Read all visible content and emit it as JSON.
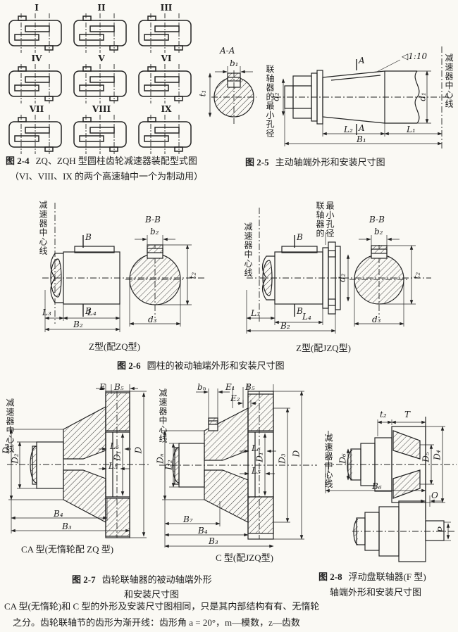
{
  "figure_2_4": {
    "cells": [
      "I",
      "II",
      "III",
      "IV",
      "V",
      "VI",
      "VII",
      "VIII",
      "IX"
    ],
    "caption_no": "图 2-4",
    "caption": "ZQ、ZQH 型圆柱齿轮减速器装配型式图",
    "note": "（VI、VIII、IX 的两个高速轴中一个为制动用）"
  },
  "figure_2_5": {
    "section": "A-A",
    "taper": "◁1:10",
    "a_top": "A",
    "a_bottom": "A",
    "coupling_bore": "联轴器的最小孔径",
    "centerline": "减速器中心线",
    "dims": {
      "b1": "b₁",
      "t1": "t₁",
      "d2": "d₂",
      "d1": "d₁",
      "L2": "L₂",
      "L1": "L₁",
      "B1": "B₁"
    },
    "caption_no": "图 2-5",
    "caption": "主动轴端外形和安装尺寸图"
  },
  "figure_2_6": {
    "left": {
      "centerline": "减速器中心线",
      "b_top": "B",
      "b_bottom": "B",
      "section": "B-B",
      "b2": "b₂",
      "t2": "t₂",
      "d3": "d₃",
      "L3": "L₃",
      "L4": "L₄",
      "B2": "B₂",
      "label": "Z型(配ZQ型)"
    },
    "right": {
      "centerline": "减速器中心线",
      "coupling_bore_1": "联轴器的",
      "coupling_bore_2": "最小孔径",
      "b_top": "B",
      "b_bottom": "B",
      "section": "B-B",
      "b2": "b₂",
      "t2": "t₂",
      "d2": "d₂",
      "d3": "d₃",
      "L3": "L₃",
      "L4": "L₄",
      "B2": "B₂",
      "label": "Z型(配JZQ型)"
    },
    "caption_no": "图 2-6",
    "caption": "圆柱的被动轴端外形和安装尺寸图"
  },
  "figure_2_7": {
    "ca": {
      "centerline": "减速器中心线",
      "E": "E",
      "B5": "B₅",
      "D3": "D₃",
      "D2": "D₂",
      "L6": "L₆",
      "L5": "L₅",
      "D1": "D₁",
      "D": "D",
      "B4": "B₄",
      "B3": "B₃",
      "label": "CA 型(无惰轮配 ZQ 型)"
    },
    "c": {
      "centerline": "减速器中心线",
      "bn": "bₙ",
      "E1": "E₁",
      "E2": "E₂",
      "B5": "B₅",
      "Dn": "Dₙ",
      "D2": "D₂",
      "L6": "L₆",
      "L5": "L₅",
      "D1": "D₁",
      "D3": "D₃",
      "D": "D",
      "B7": "B₇",
      "B4": "B₄",
      "B3": "B₃",
      "label": "C 型(配JZQ型)"
    },
    "caption_no": "图 2-7",
    "caption_line1": "齿轮联轴器的被动轴端外形",
    "caption_line2": "和安装尺寸图"
  },
  "figure_2_8": {
    "centerline": "减速器中心线",
    "dims": {
      "t2": "t₂",
      "T": "T",
      "D6": "D₆",
      "D5": "D₅",
      "D4": "D₄",
      "B6": "B₆",
      "O": "O",
      "P": "P"
    },
    "caption_no": "图 2-8",
    "caption_line1": "浮动盘联轴器(F 型)",
    "caption_line2": "轴端外形和安装尺寸图"
  },
  "footnote": {
    "line1": "CA 型(无惰轮)和 C 型的外形及安装尺寸图相同，只是其内部结构有有、无惰轮",
    "line2": "之分。齿轮联轴节的齿形为渐开线：齿形角 a = 20°，m—模数，z—齿数"
  }
}
